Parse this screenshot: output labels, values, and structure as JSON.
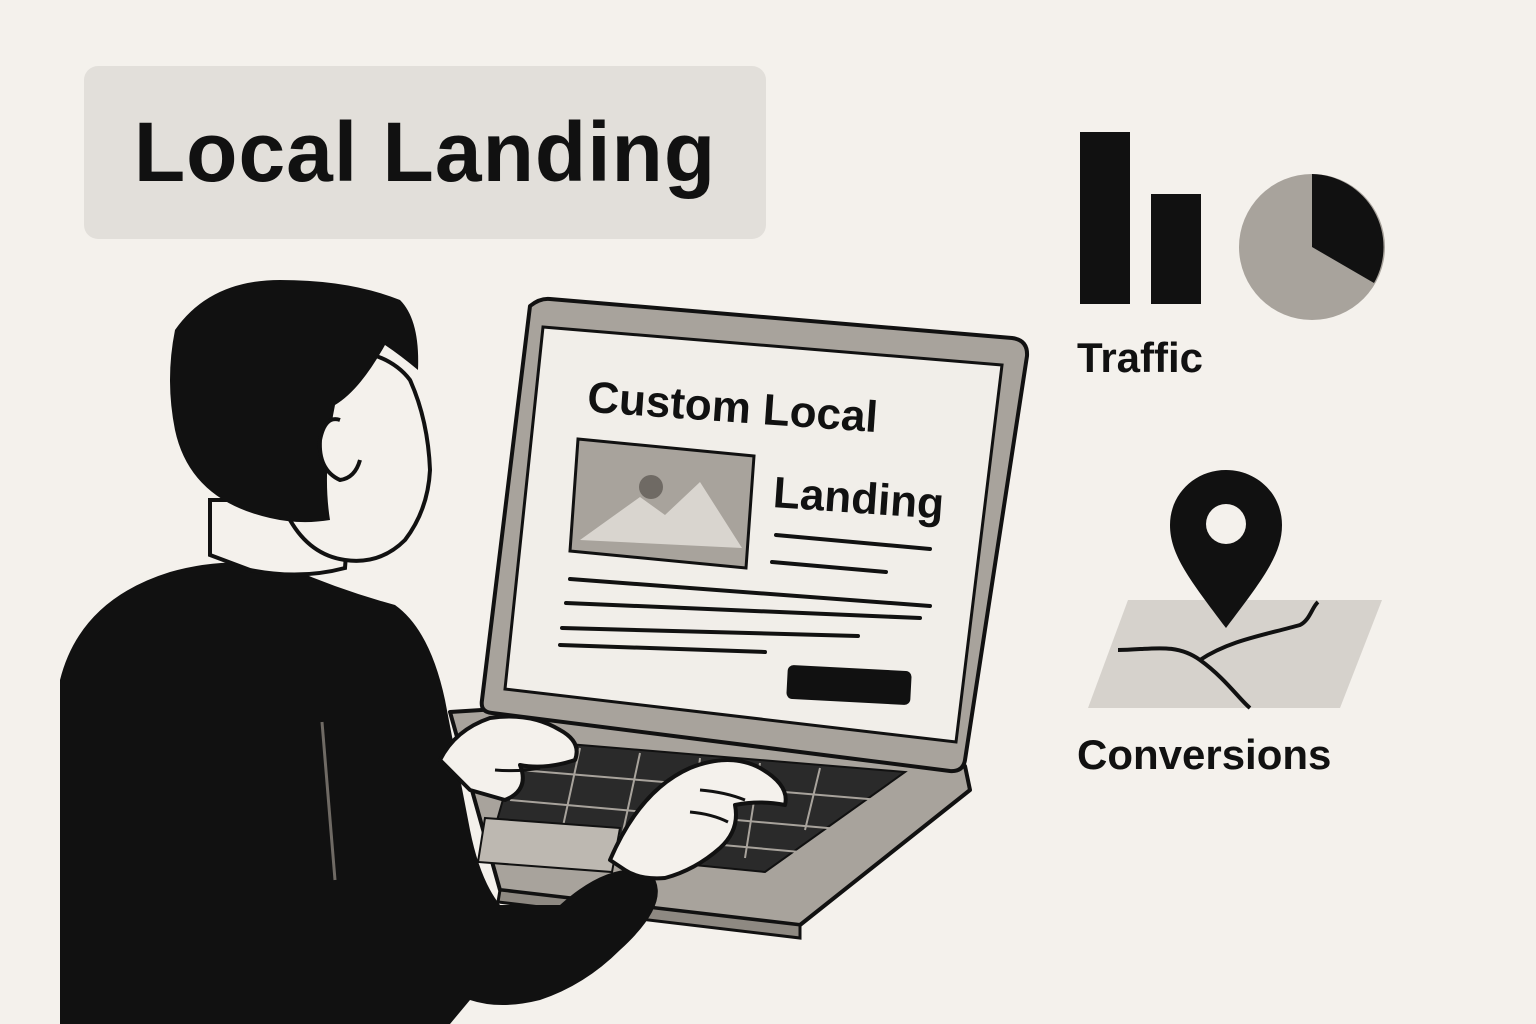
{
  "header": {
    "title": "Local Landing"
  },
  "laptop_screen": {
    "heading_line1": "Custom Local",
    "heading_line2": "Landing"
  },
  "metrics": {
    "traffic_label": "Traffic",
    "conversions_label": "Conversions"
  },
  "icons": {
    "bar_chart": "bar-chart-icon",
    "pie_chart": "pie-chart-icon",
    "location_pin": "location-pin-icon",
    "map": "map-icon",
    "image_placeholder": "image-placeholder-icon"
  },
  "colors": {
    "background": "#f4f1ec",
    "title_box": "#e2dfda",
    "ink": "#111111",
    "mid_gray": "#a8a39c",
    "light_gray": "#d9d5cf"
  }
}
